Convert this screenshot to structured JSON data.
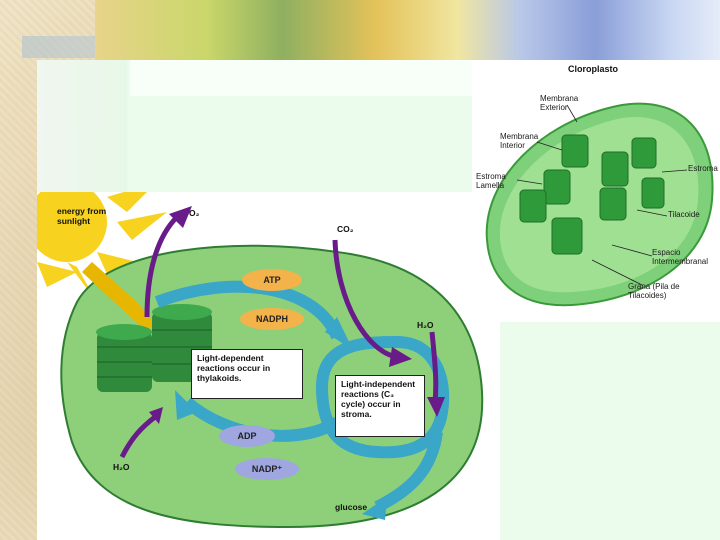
{
  "left_figure": {
    "energy": "energy from sunlight",
    "o2": "O₂",
    "co2": "CO₂",
    "h2o_top": "H₂O",
    "h2o_bottom": "H₂O",
    "atp": "ATP",
    "nadph": "NADPH",
    "adp": "ADP",
    "nadp": "NADP⁺",
    "light_dep": "Light-dependent reactions occur in thylakoids.",
    "light_indep": "Light-independent reactions (C₃ cycle) occur in stroma.",
    "glucose": "glucose"
  },
  "right_figure": {
    "title": "Cloroplasto",
    "membrana_exterior": "Membrana Exterior",
    "membrana_interior": "Membrana Interior",
    "estroma_lamella": "Estroma Lamella",
    "estroma": "Estroma",
    "tilacoide": "Tilacoide",
    "espacio": "Espacio Intermembranal",
    "grana": "Grana (Pila de Tilacoides)"
  },
  "colors": {
    "cell_green": "#8ed07a",
    "stroma_border": "#2e7d32",
    "arrow_purple": "#6a1b8a",
    "arrow_teal": "#3aa6c8",
    "sun_yellow": "#f7d21e"
  }
}
